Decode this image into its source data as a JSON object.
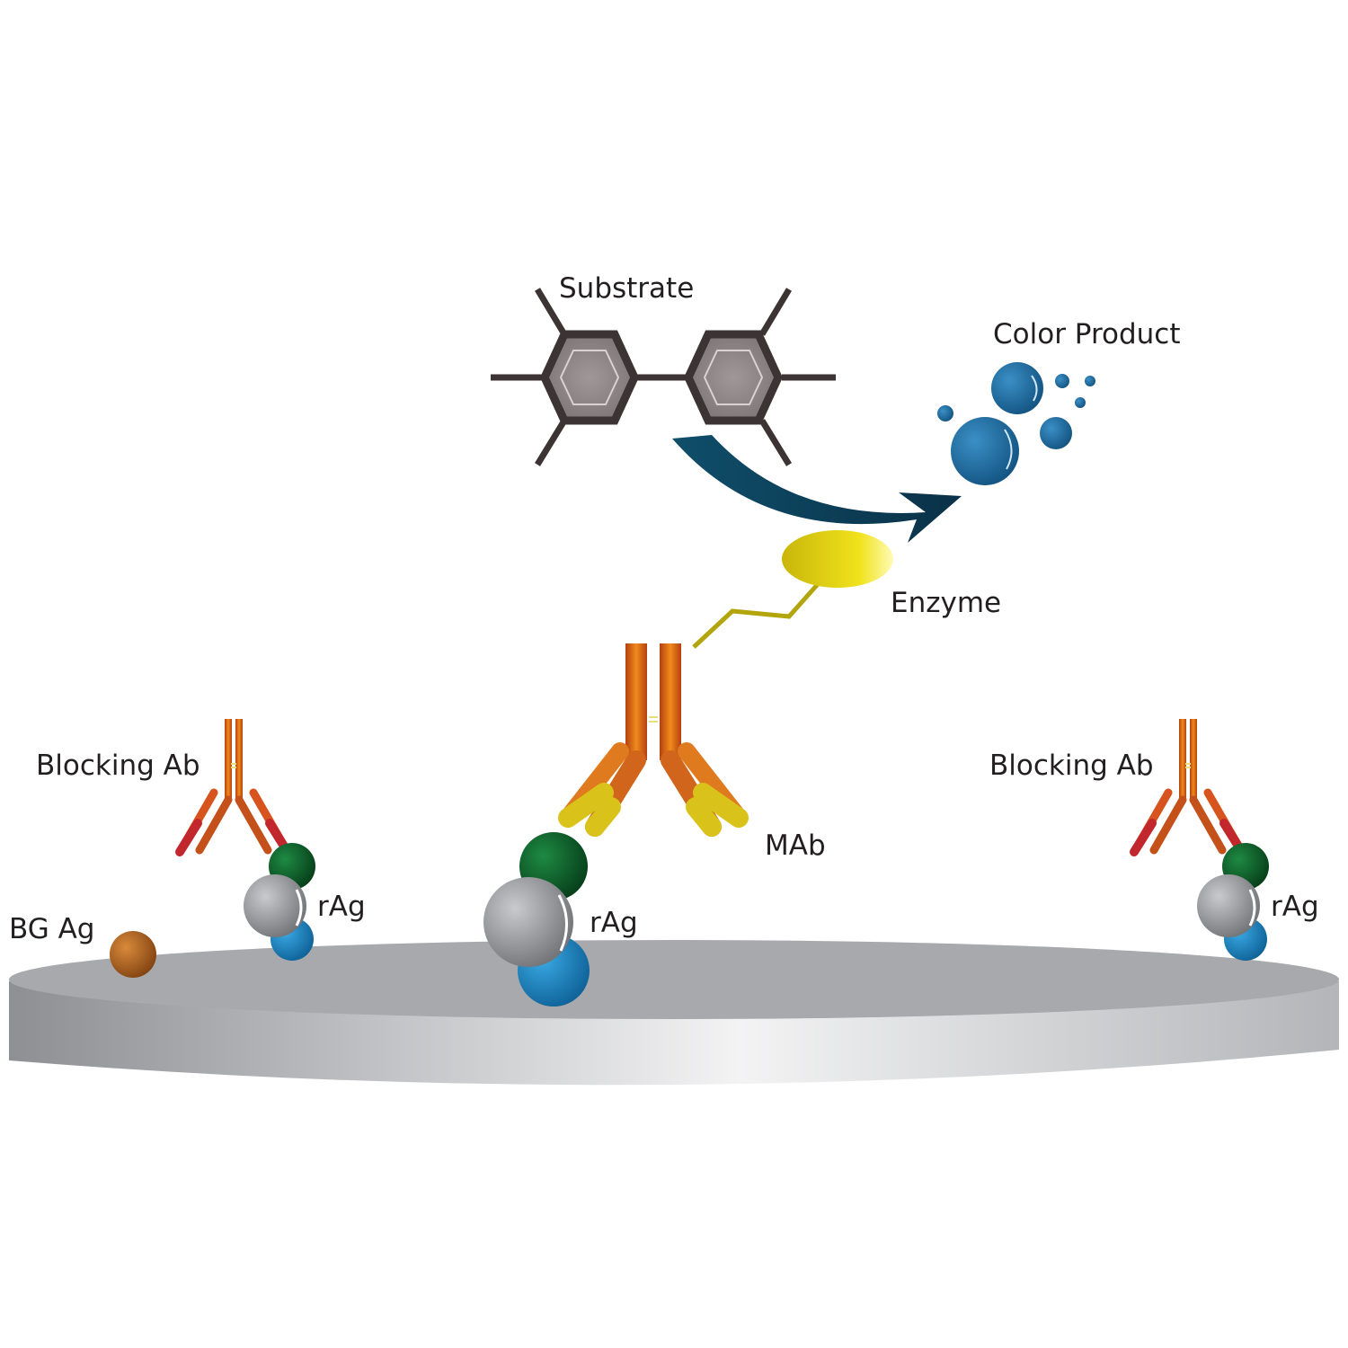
{
  "labels": {
    "substrate": "Substrate",
    "color_product": "Color Product",
    "enzyme": "Enzyme",
    "mab": "MAb",
    "blocking_ab_left": "Blocking Ab",
    "blocking_ab_right": "Blocking Ab",
    "bg_ag": "BG Ag",
    "rag_left": "rAg",
    "rag_center": "rAg",
    "rag_right": "rAg"
  },
  "colors": {
    "plate": "#a7a9ac",
    "antibody": "#d2691e",
    "blocking_tip": "#c1272d",
    "mab_tip": "#d9c21a",
    "enzyme": "#e3d20f",
    "product": "#1f6fa3",
    "arrow": "#0d4a66",
    "antigen_green": "#0b5a2a",
    "antigen_gray": "#8f9196",
    "antigen_blue": "#1b86c4",
    "bg_antigen": "#b5621f",
    "molecule": "#5b5253"
  }
}
